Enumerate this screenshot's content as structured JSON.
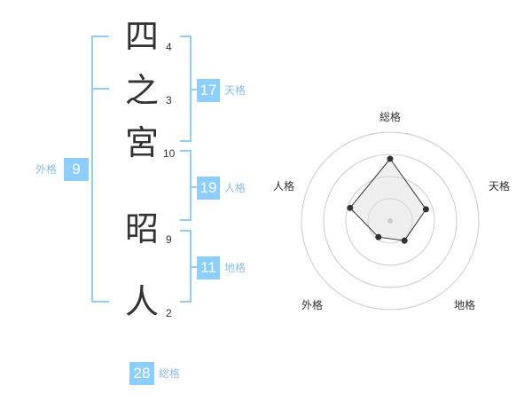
{
  "name": {
    "chars": [
      {
        "char": "四",
        "strokes": "4"
      },
      {
        "char": "之",
        "strokes": "3"
      },
      {
        "char": "宮",
        "strokes": "10"
      },
      {
        "char": "昭",
        "strokes": "9"
      },
      {
        "char": "人",
        "strokes": "2"
      }
    ]
  },
  "fortune": {
    "tenkaku": {
      "label": "天格",
      "value": "17"
    },
    "jinkaku": {
      "label": "人格",
      "value": "19"
    },
    "chikaku": {
      "label": "地格",
      "value": "11"
    },
    "gaikaku": {
      "label": "外格",
      "value": "9"
    },
    "soukaku": {
      "label": "総格",
      "value": "28"
    }
  },
  "colors": {
    "accent": "#8ccfff",
    "bracket": "#8ccfff",
    "label": "#8cbfe6",
    "text": "#333333",
    "grid": "#cccccc",
    "polygon_fill": "#eeeeee",
    "polygon_stroke": "#333333"
  },
  "chart_data": {
    "type": "radar",
    "axes": [
      "総格",
      "天格",
      "地格",
      "外格",
      "人格"
    ],
    "values": [
      28,
      17,
      11,
      9,
      19
    ],
    "rings": 4
  }
}
